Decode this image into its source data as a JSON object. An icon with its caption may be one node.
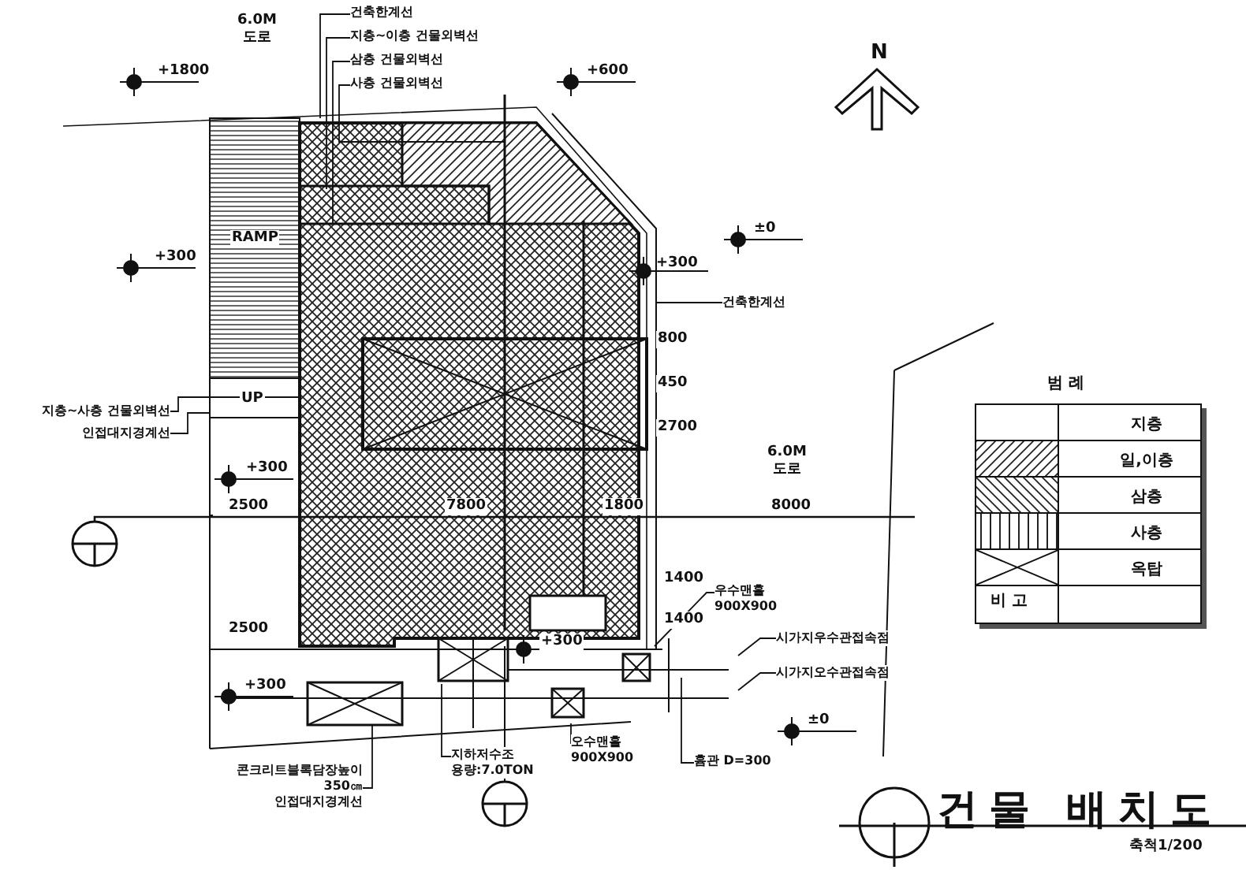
{
  "diagram": {
    "title": "건물 배치도",
    "caption": "축척1/200",
    "nodes": [
      {
        "text": [
          "건축한계선"
        ]
      },
      {
        "text": [
          "지층~이층 건물외벽선"
        ]
      },
      {
        "text": [
          "삼층 건물외벽선"
        ]
      },
      {
        "text": [
          "사층 건물외벽선"
        ]
      },
      {
        "text": [
          "건축한계선"
        ]
      },
      {
        "text": [
          "지층~사층 건물외벽선"
        ]
      },
      {
        "text": [
          "인접대지경계선"
        ]
      },
      {
        "text": [
          "우수맨홀",
          "900X900"
        ]
      },
      {
        "text": [
          "시가지우수관접속점"
        ]
      },
      {
        "text": [
          "시가지오수관접속점"
        ]
      },
      {
        "text": [
          "흄관 D=300"
        ]
      },
      {
        "text": [
          "지하저수조",
          "용량:7.0TON"
        ]
      },
      {
        "text": [
          "오수맨홀",
          "900X900"
        ]
      },
      {
        "text": [
          "콘크리트블록담장높이",
          "350㎝",
          "인접대지경계선"
        ]
      }
    ],
    "edges": [
      {
        "from": 0,
        "to": null,
        "arrow": "none"
      },
      {
        "from": 1,
        "to": null,
        "arrow": "none"
      },
      {
        "from": 2,
        "to": null,
        "arrow": "none"
      },
      {
        "from": 3,
        "to": null,
        "arrow": "none"
      },
      {
        "from": 4,
        "to": null,
        "arrow": "none"
      },
      {
        "from": 5,
        "to": null,
        "arrow": "none"
      },
      {
        "from": 6,
        "to": null,
        "arrow": "none"
      },
      {
        "from": 7,
        "to": null,
        "arrow": "none"
      },
      {
        "from": 8,
        "to": null,
        "arrow": "none"
      },
      {
        "from": 9,
        "to": null,
        "arrow": "none"
      },
      {
        "from": 10,
        "to": null,
        "arrow": "none"
      },
      {
        "from": 11,
        "to": null,
        "arrow": "none"
      },
      {
        "from": 12,
        "to": null,
        "arrow": "none"
      },
      {
        "from": 13,
        "to": null,
        "arrow": "none"
      }
    ],
    "labels": [
      "6.0M 도로",
      "+1800",
      "N",
      "+600",
      "RAMP",
      "±0",
      "+300",
      "+300",
      "800",
      "450",
      "2700",
      "UP",
      "6.0M 도로",
      "+300",
      "2500",
      "7800",
      "1800",
      "8000",
      "1400",
      "2500",
      "1400",
      "+300",
      "+300",
      "±0",
      "범 례",
      "비 고"
    ],
    "legend": [
      {
        "text": "지층"
      },
      {
        "text": "일,이층"
      },
      {
        "text": "삼층"
      },
      {
        "text": "사층"
      },
      {
        "text": "옥탑"
      }
    ]
  }
}
